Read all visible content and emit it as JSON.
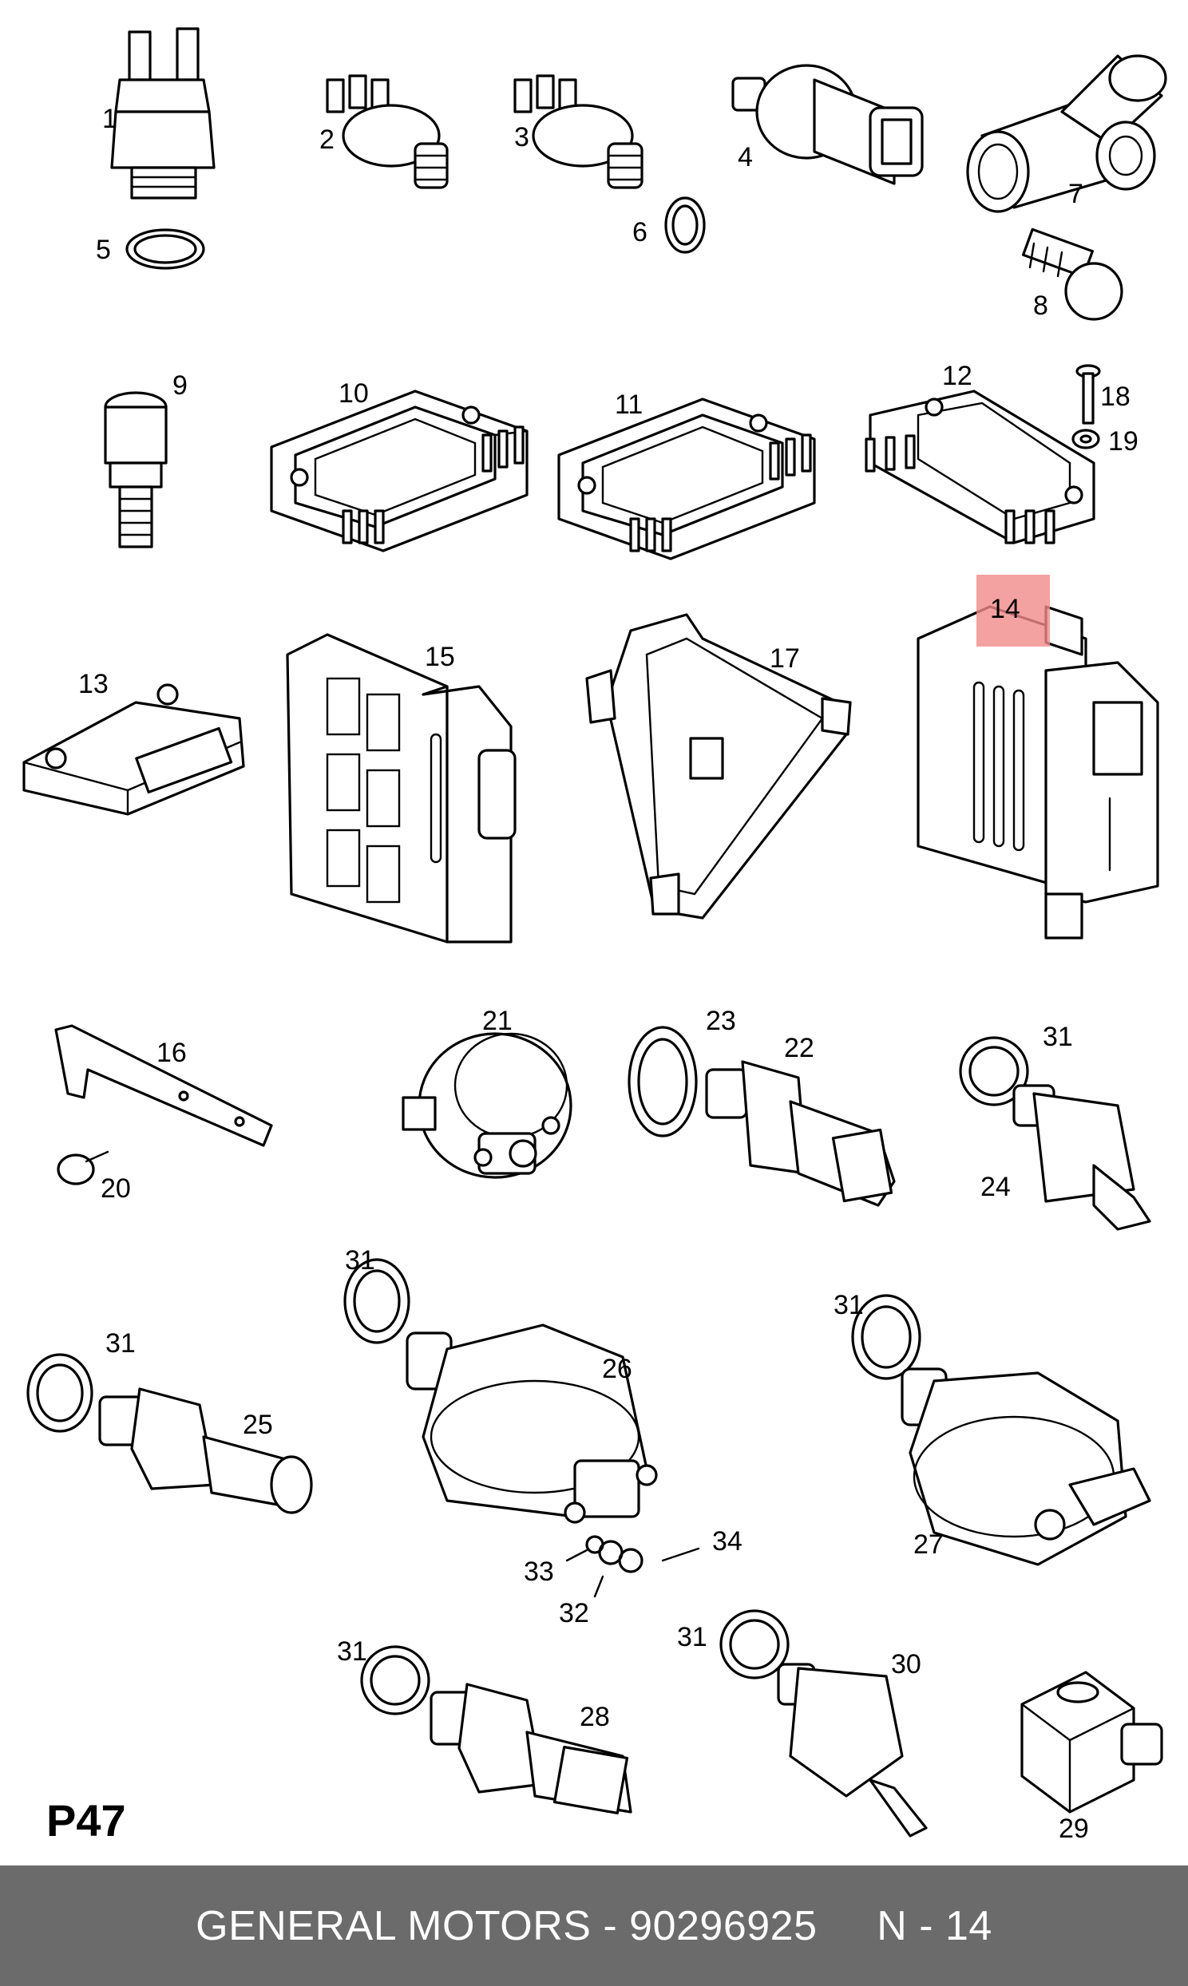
{
  "diagram": {
    "page_code": "P47",
    "highlight_color": "#f08a8a",
    "labels": [
      "1",
      "2",
      "3",
      "4",
      "5",
      "6",
      "7",
      "8",
      "9",
      "10",
      "11",
      "12",
      "13",
      "14",
      "15",
      "16",
      "17",
      "18",
      "19",
      "20",
      "21",
      "22",
      "23",
      "24",
      "25",
      "26",
      "27",
      "28",
      "29",
      "30",
      "31",
      "31",
      "31",
      "31",
      "31",
      "31",
      "32",
      "33",
      "34"
    ]
  },
  "footer": {
    "text": "GENERAL MOTORS - 90296925     N - 14",
    "background": "#6b6b6b",
    "text_color": "#ffffff"
  }
}
